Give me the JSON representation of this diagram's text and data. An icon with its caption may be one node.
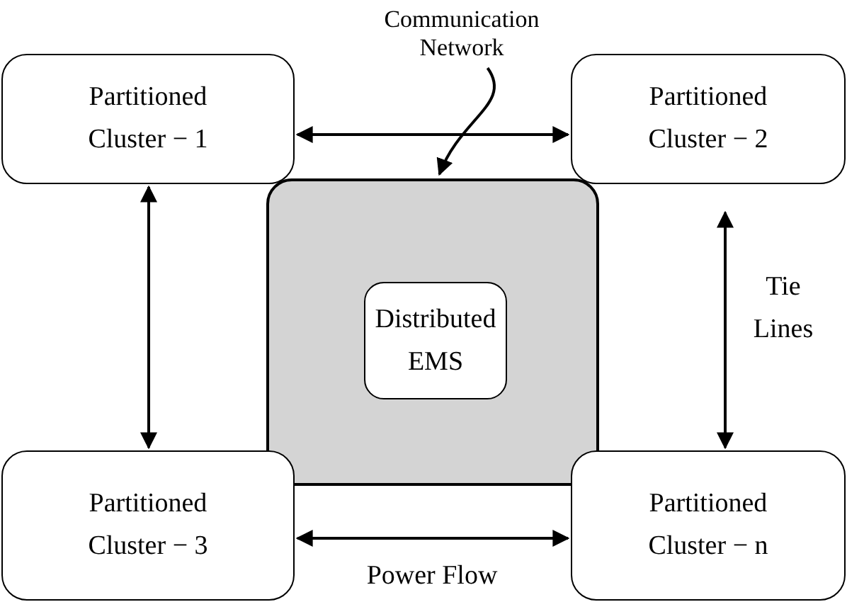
{
  "diagram": {
    "nodes": [
      {
        "text": [
          "Partitioned Cluster − 1"
        ]
      },
      {
        "text": [
          "Partitioned Cluster − 2"
        ]
      },
      {
        "text": [],
        "shape": "box"
      },
      {
        "text": [
          "Distributed EMS"
        ],
        "in": 2
      },
      {
        "text": [
          "Partitioned Cluster − 3"
        ]
      },
      {
        "text": [
          "Partitioned Cluster − n"
        ]
      },
      {
        "text": [
          "Communication Network"
        ]
      }
    ],
    "edges": [
      {
        "from": 0,
        "to": 1,
        "arrow": "both"
      },
      {
        "from": 0,
        "to": 4,
        "arrow": "both"
      },
      {
        "from": 1,
        "to": 5,
        "arrow": "both",
        "label": "Tie Lines"
      },
      {
        "from": 4,
        "to": 5,
        "arrow": "both",
        "label": "Power Flow"
      },
      {
        "from": 6,
        "to": 2,
        "arrow": "to"
      }
    ]
  }
}
